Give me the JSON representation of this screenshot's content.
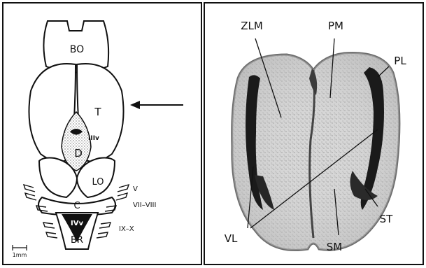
{
  "left_panel": {
    "labels": {
      "bo": "BO",
      "t": "T",
      "iiiv": "IIIv",
      "d": "D",
      "lo": "LO",
      "c": "C",
      "ivv": "IVv",
      "br": "BR",
      "v": "V",
      "vii_viii": "VII–VIII",
      "ix_x": "IX–X"
    },
    "scale_bar": "1mm"
  },
  "right_panel": {
    "labels": {
      "zlm": "ZLM",
      "pm": "PM",
      "pl": "PL",
      "vl": "VL",
      "sm": "SM",
      "st": "ST"
    }
  }
}
